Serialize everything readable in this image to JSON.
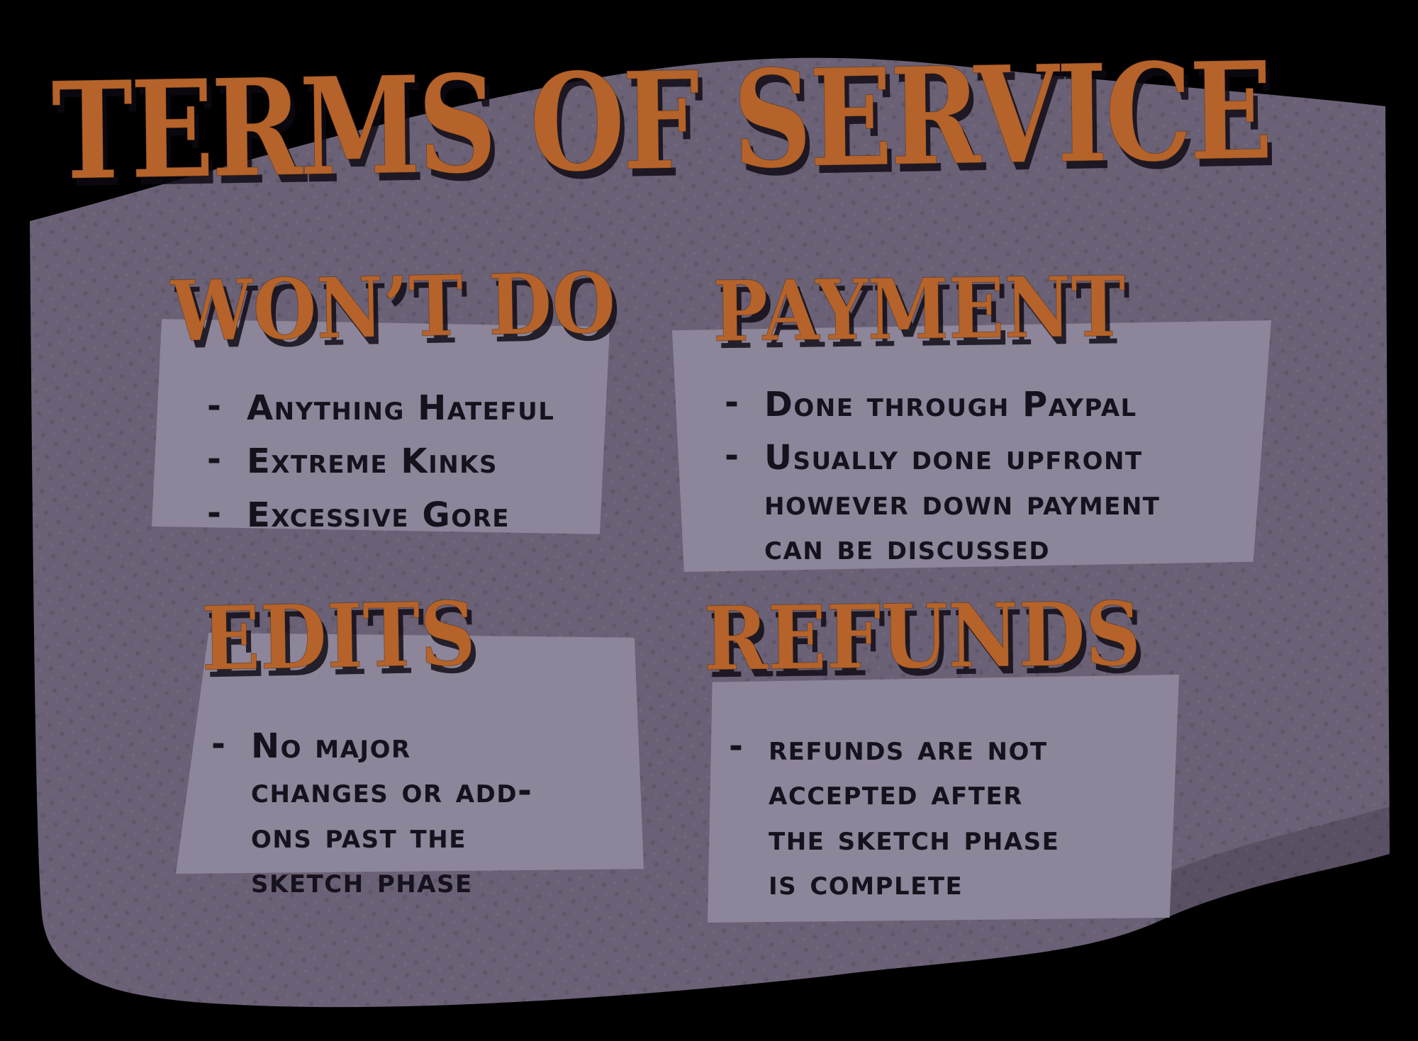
{
  "title": "TERMS OF SERVICE",
  "bullet": "-",
  "colors": {
    "background": "#000000",
    "blob": "#6a6176",
    "panel": "#8d8599",
    "heading_orange": "#b5632a",
    "body_text": "#16121d"
  },
  "sections": [
    {
      "heading": "WON’T DO",
      "items": [
        "Anything Hateful",
        "Extreme Kinks",
        "Excessive Gore"
      ]
    },
    {
      "heading": "PAYMENT",
      "items": [
        "Done through Paypal",
        "Usually done upfront however down payment can be discussed"
      ]
    },
    {
      "heading": "EDITS",
      "items": [
        "No major changes or add-ons past the sketch phase"
      ]
    },
    {
      "heading": "REFUNDS",
      "items": [
        "refunds are not accepted after the sketch phase is complete"
      ]
    }
  ]
}
